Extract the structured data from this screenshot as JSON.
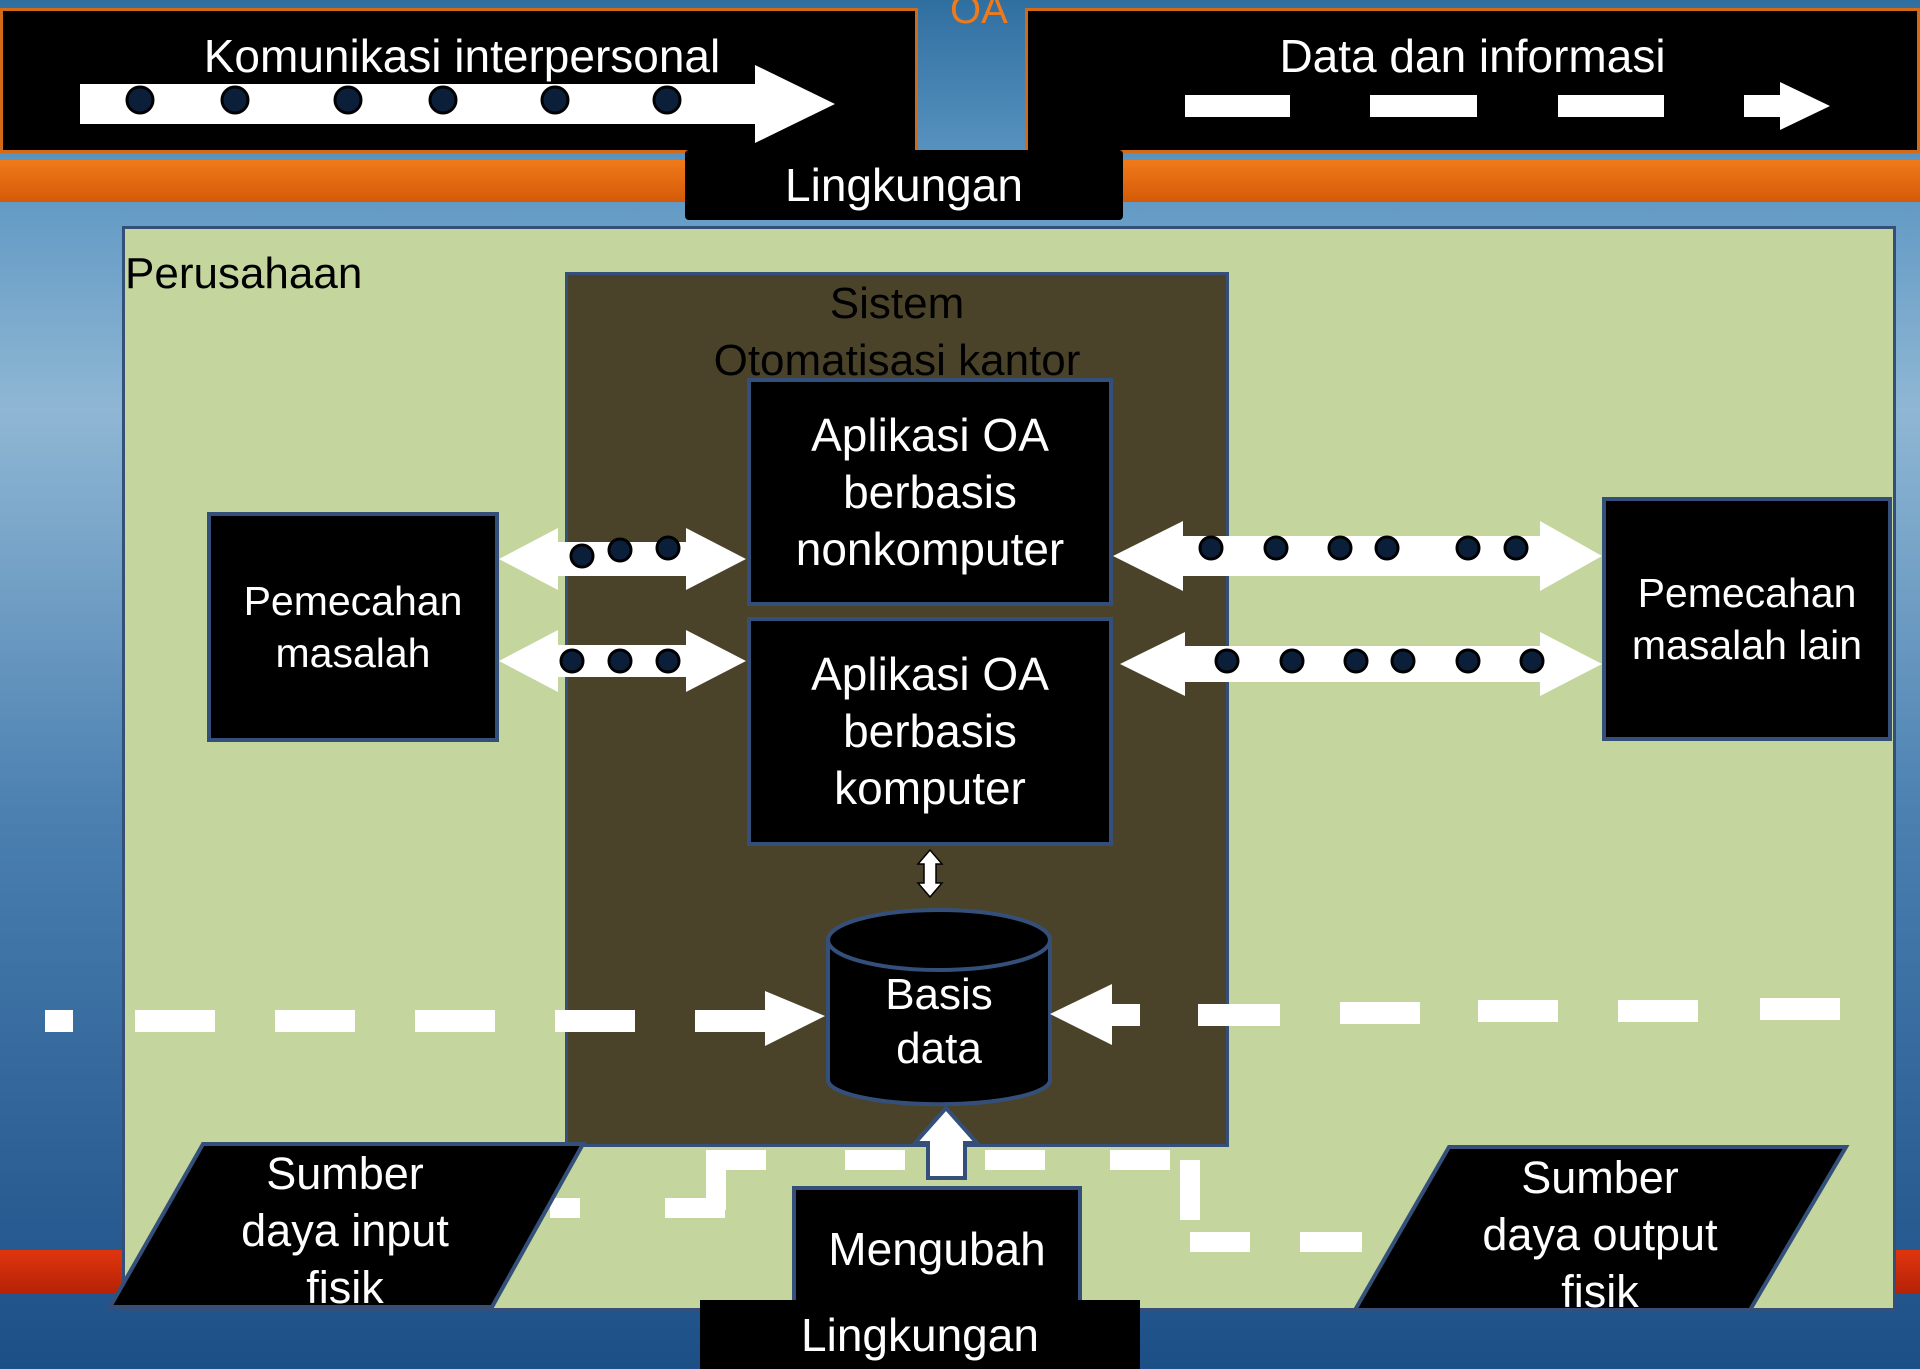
{
  "legend": {
    "interpersonal": "Komunikasi interpersonal",
    "data_info": "Data dan informasi"
  },
  "header_fragment": "OA",
  "environment_top": "Lingkungan",
  "environment_bottom": "Lingkungan",
  "company": "Perusahaan",
  "oas_title_line1": "Sistem",
  "oas_title_line2": "Otomatisasi kantor",
  "nodes": {
    "oa_noncomputer": [
      "Aplikasi OA",
      "berbasis",
      "nonkomputer"
    ],
    "oa_computer": [
      "Aplikasi OA",
      "berbasis",
      "komputer"
    ],
    "problem_solver": [
      "Pemecahan",
      "masalah"
    ],
    "other_problem_solver": [
      "Pemecahan",
      "masalah lain"
    ],
    "database": [
      "Basis",
      "data"
    ],
    "input_resources": [
      "Sumber",
      "daya input",
      "fisik"
    ],
    "transform": "Mengubah",
    "output_resources": [
      "Sumber",
      "daya output",
      "fisik"
    ]
  },
  "colors": {
    "company_bg": "#c4d69e",
    "oas_bg": "#4a432a",
    "accent_orange": "#f07a1a",
    "node_border": "#34507a"
  }
}
